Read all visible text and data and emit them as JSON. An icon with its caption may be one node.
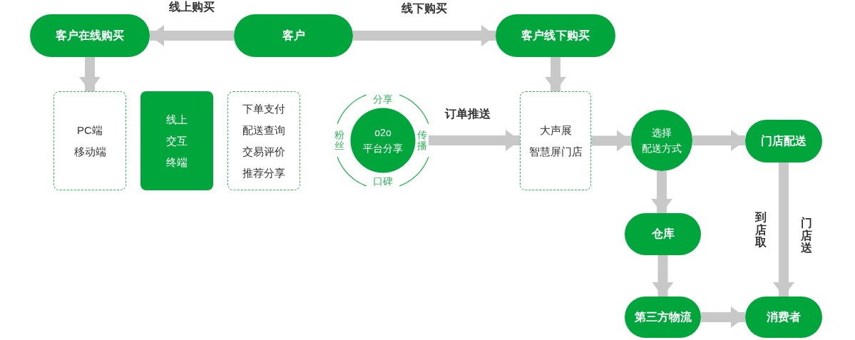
{
  "diagram": {
    "nodes": [
      {
        "text": [
          "客户"
        ]
      },
      {
        "text": [
          "客户在线购买"
        ]
      },
      {
        "text": [
          "客户线下购买"
        ]
      },
      {
        "text": [
          "PC端",
          "移动端"
        ]
      },
      {
        "text": [
          "线上交互终端"
        ]
      },
      {
        "text": [
          "下单支付",
          "配送查询",
          "交易评价",
          "推荐分享"
        ]
      },
      {
        "text": [
          "o2o",
          "平台分享"
        ],
        "beside": [
          "分享",
          "粉丝",
          "传播",
          "口碑"
        ]
      },
      {
        "text": [
          "大声展",
          "智慧屏门店"
        ]
      },
      {
        "text": [
          "选择",
          "配送方式"
        ]
      },
      {
        "text": [
          "门店配送"
        ]
      },
      {
        "text": [
          "仓库"
        ]
      },
      {
        "text": [
          "第三方物流"
        ]
      },
      {
        "text": [
          "消费者"
        ]
      }
    ],
    "edges": [
      {
        "from": 0,
        "to": 1,
        "arrow": "to",
        "label": "线上购买"
      },
      {
        "from": 0,
        "to": 2,
        "arrow": "to",
        "label": "线下购买"
      },
      {
        "from": 1,
        "to": 3,
        "arrow": "to"
      },
      {
        "from": 2,
        "to": 7,
        "arrow": "to"
      },
      {
        "from": 6,
        "to": 7,
        "arrow": "to",
        "label": "订单推送"
      },
      {
        "from": 7,
        "to": 8,
        "arrow": "to"
      },
      {
        "from": 8,
        "to": 9,
        "arrow": "to"
      },
      {
        "from": 8,
        "to": 10,
        "arrow": "to"
      },
      {
        "from": 10,
        "to": 11,
        "arrow": "to"
      },
      {
        "from": 11,
        "to": 12,
        "arrow": "to"
      },
      {
        "from": 9,
        "to": 12,
        "arrow": "to",
        "label": "到店取"
      }
    ],
    "labels": [
      "门店送"
    ]
  }
}
